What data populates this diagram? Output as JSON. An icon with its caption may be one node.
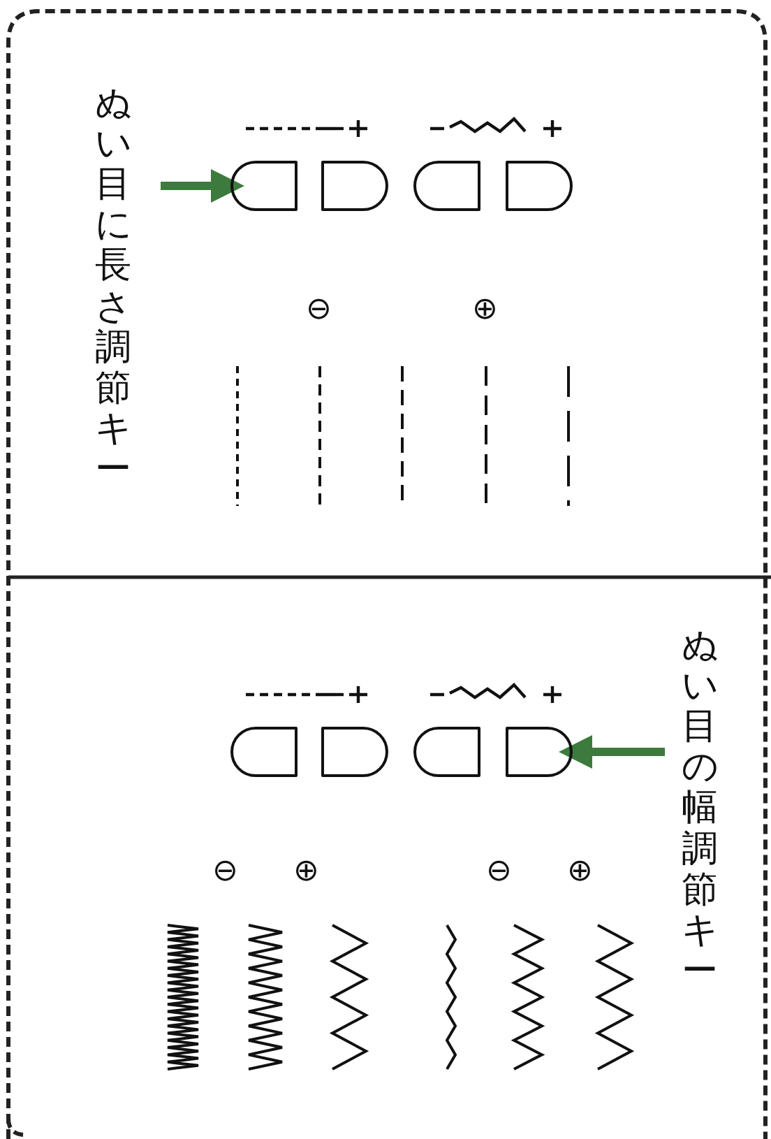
{
  "diagram": {
    "nodes": [
      {
        "text": [
          "ぬい目に長さ調節キー"
        ]
      },
      {
        "text": [],
        "shape": "button"
      },
      {
        "text": [],
        "shape": "button"
      },
      {
        "text": [],
        "shape": "button"
      },
      {
        "text": [],
        "shape": "button"
      },
      {
        "text": [
          "ぬい目の幅調節キー"
        ]
      },
      {
        "text": [],
        "shape": "button"
      },
      {
        "text": [],
        "shape": "button"
      },
      {
        "text": [],
        "shape": "button"
      },
      {
        "text": [],
        "shape": "button"
      }
    ],
    "edges": [
      {
        "from": 0,
        "to": 1,
        "arrow": "to",
        "color": "#3d7a3d"
      },
      {
        "from": 5,
        "to": 9,
        "arrow": "to",
        "color": "#3d7a3d"
      }
    ],
    "labels": [
      "⊖",
      "⊕",
      "⊖",
      "⊕",
      "⊖",
      "⊕"
    ]
  }
}
